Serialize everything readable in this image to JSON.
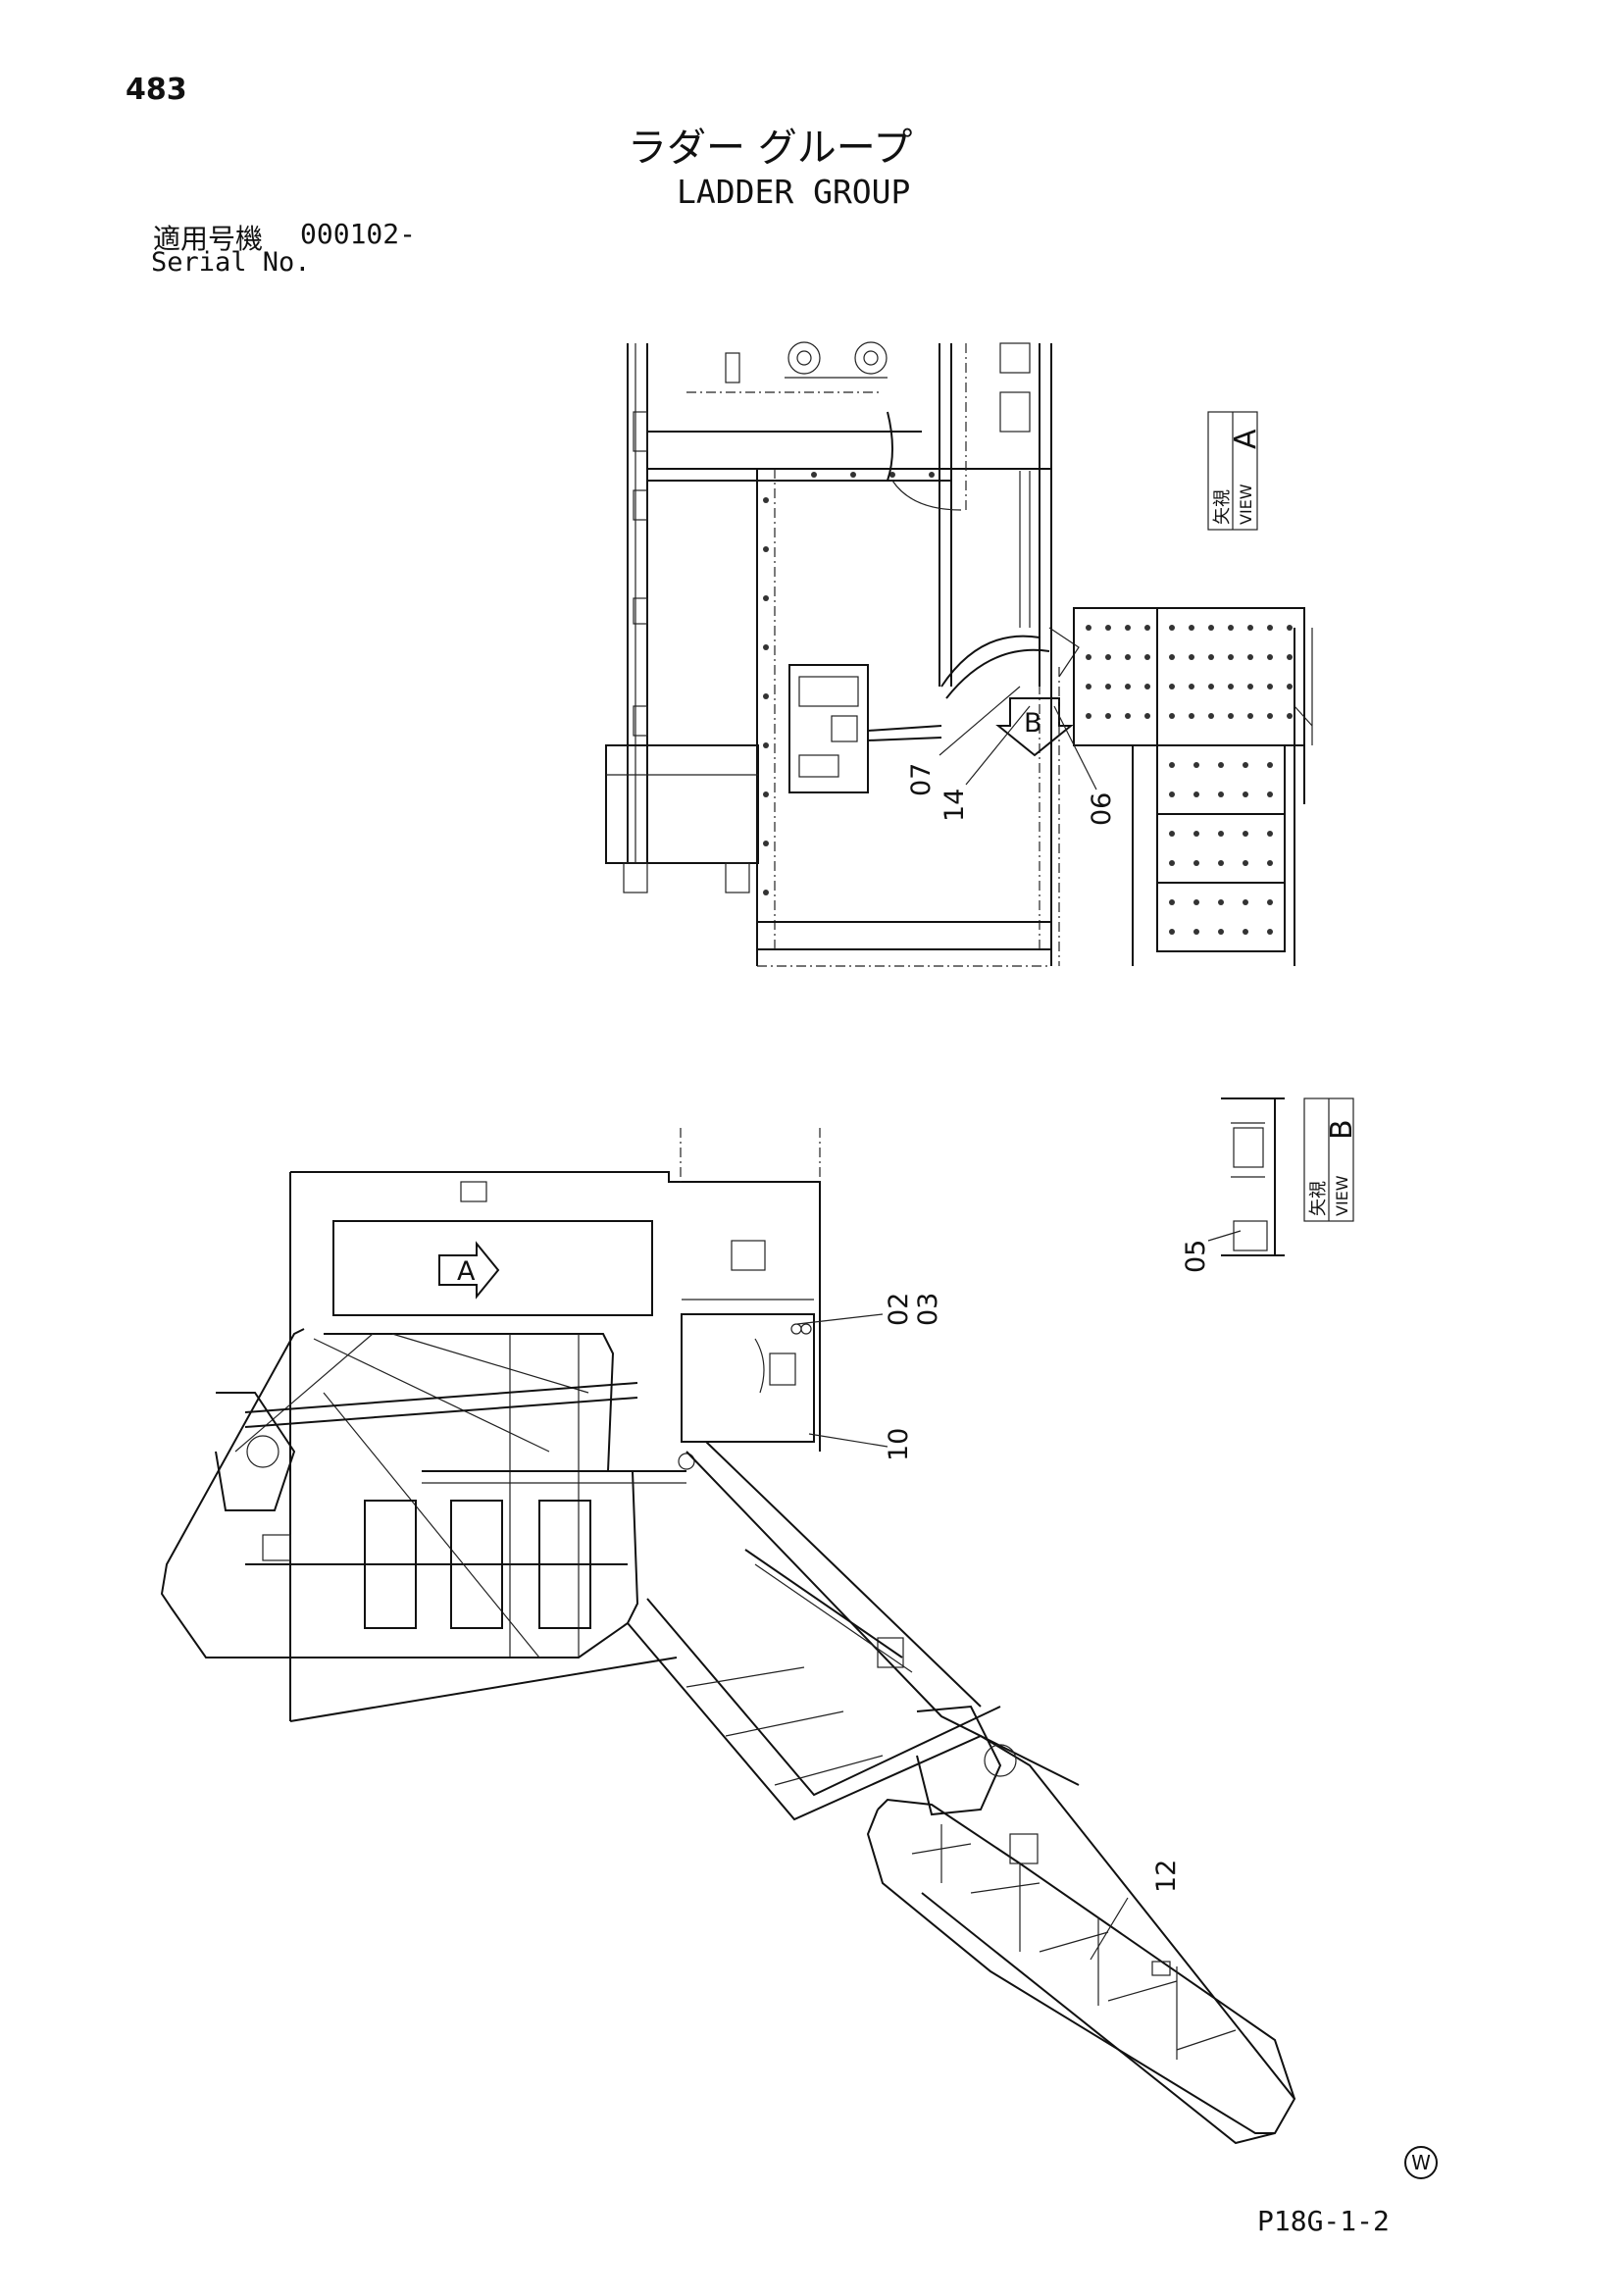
{
  "header": {
    "page_number": "483",
    "title_jp": "ラダー グループ",
    "title_en": "LADDER GROUP",
    "serial_label_jp": "適用号機",
    "serial_value": "000102-",
    "serial_label_en": "Serial No."
  },
  "views": {
    "view_a": {
      "jp": "矢視",
      "en": "VIEW",
      "letter": "A"
    },
    "view_b": {
      "jp": "矢視",
      "en": "VIEW",
      "letter": "B"
    }
  },
  "arrow_marks": {
    "a": "A",
    "b": "B"
  },
  "part_callouts": {
    "p07": "07",
    "p14": "14",
    "p06": "06",
    "p05": "05",
    "p02": "02",
    "p03": "03",
    "p10": "10",
    "p12": "12"
  },
  "footer": {
    "code": "P18G-1-2",
    "mark": "W"
  }
}
